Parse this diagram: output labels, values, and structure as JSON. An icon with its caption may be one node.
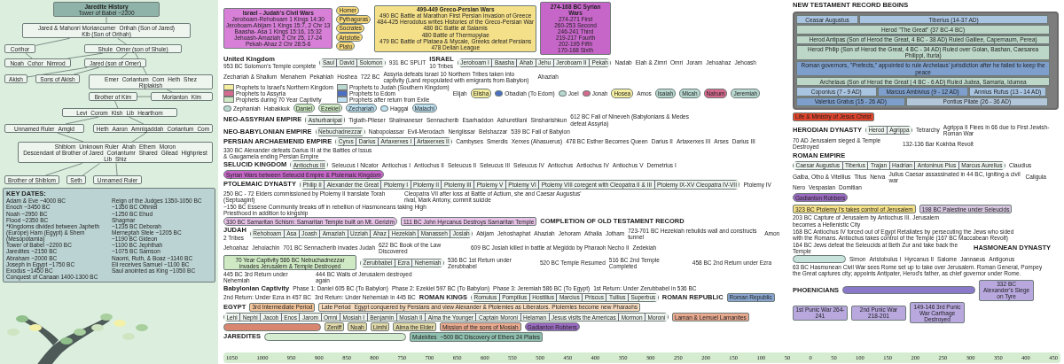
{
  "diagram": {
    "nodes": [
      {
        "text": [
          "Jaredite History",
          "Tower of Babel ~2200"
        ]
      },
      {
        "text": [
          "Jared & Mahonri Moriancumer",
          "Orihah (Son of Jared)",
          "Kib (Son of Orihah)"
        ]
      },
      {
        "text": [
          "Corihor"
        ]
      },
      {
        "text": [
          "Noah",
          "Cohor",
          "Nimrod"
        ]
      },
      {
        "text": [
          "Shule",
          "Omer (son of Shule)"
        ]
      },
      {
        "text": [
          "Jared (son of Omer)"
        ]
      },
      {
        "text": [
          "Akish"
        ]
      },
      {
        "text": [
          "Sons of Akish"
        ]
      },
      {
        "text": [
          "Emer",
          "Coriantum",
          "Com",
          "Heth",
          "Shez",
          "Riplakish"
        ]
      },
      {
        "text": [
          "Morianton",
          "Kim"
        ]
      },
      {
        "text": [
          "Brother of Kim"
        ]
      },
      {
        "text": [
          "Levi",
          "Corom",
          "Kish",
          "Lib",
          "Hearthom"
        ]
      },
      {
        "text": [
          "Unnamed Ruler",
          "Amgid"
        ]
      },
      {
        "text": [
          "Heth",
          "Aaron",
          "Amnigaddah",
          "Coriantum",
          "Com"
        ]
      },
      {
        "text": [
          "Shiblom",
          "Unknown Ruler",
          "Ahah",
          "Ethem",
          "Moron",
          "Descendant of Brother of Jared",
          "Coriantumr",
          "Shared",
          "Gilead",
          "Highpriest",
          "Lib",
          "Shiz"
        ]
      },
      {
        "text": [
          "Brother of Shiblom"
        ]
      },
      {
        "text": [
          "Seth"
        ]
      },
      {
        "text": [
          "Unnamed Ruler"
        ]
      },
      {
        "text": [
          "KEY DATES:",
          "Adam & Eve ~4000 BC",
          "Enoch ~3450 BC",
          "Noah ~2950 BC",
          "Flood ~2350 BC",
          "*Kingdoms divided between Japheth (Europe) Ham (Egypt) & Shem (Mesopotamia)",
          "Tower of Babel ~2200 BC",
          "Jaredites ~2150 BC",
          "Abraham ~2000 BC",
          "Joseph in Egypt ~1750 BC",
          "Exodus ~1450 BC",
          "Conquest of Canaan 1400-1300 BC",
          "Reign of the Judges 1350-1050 BC",
          "~1350 BC Othniel",
          "~1250 BC Ehud",
          "Shagmar",
          "~1235 BC Deborah",
          "Merneptah Stele ~1205 BC",
          "~1190 BC Gideon",
          "~1100 BC Jephthah",
          "~1075 BC Samson",
          "Naomi, Ruth, & Boaz ~1140 BC",
          "Eli receives Samuel ~1100 BC",
          "Saul anointed as King ~1050 BC"
        ]
      },
      {
        "text": [
          "Israel - Judah's Civil Wars",
          "Jeroboam-Rehoboam 1 Kings 14:30",
          "Jeroboam-Abijam 1 Kings 15:7, 2 Chr 13",
          "Baasha- Asa 1 Kings 15:16, 15:32",
          "Jehoash-Amaziah 2 Chr 25, 17-24",
          "Pekah-Ahaz 2 Chr 28:5-6"
        ]
      },
      {
        "text": [],
        "shape": "bar"
      },
      {
        "text": [
          "Saul"
        ],
        "in": 20
      },
      {
        "text": [
          "David"
        ],
        "in": 20
      },
      {
        "text": [
          "Solomon"
        ],
        "in": 20
      },
      {
        "text": [],
        "shape": "bar"
      },
      {
        "text": [
          "Jeroboam I"
        ],
        "in": 24
      },
      {
        "text": [
          "Baasha"
        ],
        "in": 24
      },
      {
        "text": [
          "Ahab"
        ],
        "in": 24
      },
      {
        "text": [
          "Jehu"
        ],
        "in": 24
      },
      {
        "text": [
          "Jeroboam II"
        ],
        "in": 24
      },
      {
        "text": [
          "Pekah"
        ],
        "in": 24
      },
      {
        "text": [],
        "shape": "bar"
      },
      {
        "text": [
          "Ashurbanipal"
        ],
        "in": 31
      },
      {
        "text": [],
        "shape": "bar"
      },
      {
        "text": [
          "Nebuchadnezzar"
        ],
        "in": 33
      },
      {
        "text": [],
        "shape": "bar"
      },
      {
        "text": [
          "Cyrus"
        ],
        "in": 35
      },
      {
        "text": [
          "Darius"
        ],
        "in": 35
      },
      {
        "text": [
          "Artaxerxes I"
        ],
        "in": 35
      },
      {
        "text": [
          "Artaxerxes II"
        ],
        "in": 35
      },
      {
        "text": [],
        "shape": "bar"
      },
      {
        "text": [
          "Philip II"
        ],
        "in": 40
      },
      {
        "text": [
          "Alexander the Great"
        ],
        "in": 40
      },
      {
        "text": [
          "Ptolemy I"
        ],
        "in": 40
      },
      {
        "text": [
          "Ptolemy II"
        ],
        "in": 40
      },
      {
        "text": [
          "Ptolemy III"
        ],
        "in": 40
      },
      {
        "text": [
          "Ptolemy V"
        ],
        "in": 40
      },
      {
        "text": [
          "Ptolemy VI"
        ],
        "in": 40
      },
      {
        "text": [
          "Ptolemy VIII coregent with Cleopatra II & III"
        ],
        "in": 40
      },
      {
        "text": [
          "Ptolemy IX-XV Cleopatra IV-VII"
        ],
        "in": 40
      },
      {
        "text": [],
        "shape": "bar"
      },
      {
        "text": [
          "Antiochus III"
        ],
        "in": 50
      },
      {
        "text": [
          "Syrian Wars between Seleucid Empire & Ptolemaic Kingdom"
        ]
      },
      {
        "text": [
          "274-168 BC Syrian Wars",
          "274-271 First",
          "260-253 Second",
          "246-241 Third",
          "219-217 Fourth",
          "202-195 Fifth",
          "170-168 Sixth"
        ]
      },
      {
        "text": [
          "499-449 Greco-Persian Wars",
          "490 BC Battle at Marathon First Persian Invasion of Greece",
          "484-425 Herodotus writes Histories of the Greco-Persian War",
          "480 BC Battle at Salamis",
          "480 Battle of Thermopylae",
          "479 BC Battle of Plataea & Mycale, Greeks defeat Persians",
          "478 Delian League"
        ]
      },
      {
        "text": [
          "Homer"
        ]
      },
      {
        "text": [
          "Pythagoras"
        ]
      },
      {
        "text": [
          "Socrates"
        ]
      },
      {
        "text": [
          "Aristotle"
        ]
      },
      {
        "text": [
          "Plato"
        ]
      },
      {
        "text": [
          "Elisha"
        ]
      },
      {
        "text": [],
        "shape": "circle",
        "beside": [
          "Obadiah (To Edom)"
        ]
      },
      {
        "text": [],
        "shape": "circle",
        "beside": [
          "Joel"
        ]
      },
      {
        "text": [],
        "shape": "circle",
        "beside": [
          "Jonah"
        ]
      },
      {
        "text": [
          "Hosea"
        ]
      },
      {
        "text": [
          "Isaiah"
        ]
      },
      {
        "text": [
          "Micah"
        ]
      },
      {
        "text": [
          "Nahum"
        ]
      },
      {
        "text": [
          "Jeremiah"
        ]
      },
      {
        "text": [],
        "shape": "circle",
        "beside": [
          "Zephaniah"
        ]
      },
      {
        "text": [
          "Daniel"
        ]
      },
      {
        "text": [
          "Ezekiel"
        ]
      },
      {
        "text": [
          "Zechariah"
        ]
      },
      {
        "text": [],
        "shape": "circle",
        "beside": [
          "Haggai"
        ]
      },
      {
        "text": [
          "Malachi"
        ]
      },
      {
        "text": [
          "330 BC Samaritan Schism: Samaritan Temple built on Mt. Gerizim"
        ]
      },
      {
        "text": [
          "111 BC John Hyrcanus Destroys Samaritan Temple"
        ]
      },
      {
        "text": [
          "Life & Ministry of Jesus Christ"
        ]
      },
      {
        "text": [],
        "shape": "bar"
      },
      {
        "text": [
          "Rehoboam"
        ],
        "in": 78
      },
      {
        "text": [
          "Asa"
        ],
        "in": 78
      },
      {
        "text": [
          "Joash"
        ],
        "in": 78
      },
      {
        "text": [
          "Amaziah"
        ],
        "in": 78
      },
      {
        "text": [
          "Uzziah"
        ],
        "in": 78
      },
      {
        "text": [
          "Ahaz"
        ],
        "in": 78
      },
      {
        "text": [
          "Hezekiah"
        ],
        "in": 78
      },
      {
        "text": [
          "Manasseh"
        ],
        "in": 78
      },
      {
        "text": [
          "Josiah"
        ],
        "in": 78
      },
      {
        "text": [
          "70 Year Captivity 586 BC Nebuchadnezzar invades Jerusalem & Temple Destroyed"
        ]
      },
      {
        "text": [],
        "shape": "bar"
      },
      {
        "text": [
          "Zerubbabel"
        ],
        "in": 89
      },
      {
        "text": [
          "Ezra"
        ],
        "in": 89
      },
      {
        "text": [
          "Nehemiah"
        ],
        "in": 89
      },
      {
        "text": [
          "323 BC Ptolemy I's takes control of Jerusalem"
        ]
      },
      {
        "text": [
          "198 BC Palestine under Seleucids"
        ]
      },
      {
        "text": [],
        "shape": "bar"
      },
      {
        "text": [],
        "shape": "bar"
      },
      {
        "text": [
          "Herod"
        ],
        "in": 96
      },
      {
        "text": [
          "Agrippa"
        ],
        "in": 96
      },
      {
        "text": [],
        "shape": "bar"
      },
      {
        "text": [
          "Romulus"
        ],
        "in": 99
      },
      {
        "text": [
          "Pompilius"
        ],
        "in": 99
      },
      {
        "text": [
          "Hostilius"
        ],
        "in": 99
      },
      {
        "text": [
          "Marcius"
        ],
        "in": 99
      },
      {
        "text": [
          "Priscus"
        ],
        "in": 99
      },
      {
        "text": [
          "Tullius"
        ],
        "in": 99
      },
      {
        "text": [
          "Superbus"
        ],
        "in": 99
      },
      {
        "text": [
          "Roman Republic"
        ]
      },
      {
        "text": [],
        "shape": "bar"
      },
      {
        "text": [
          "Caesar Augustus"
        ],
        "in": 108
      },
      {
        "text": [
          "Tiberius"
        ],
        "in": 108
      },
      {
        "text": [
          "Trajan"
        ],
        "in": 108
      },
      {
        "text": [
          "Hadrian"
        ],
        "in": 108
      },
      {
        "text": [
          "Antoninus Pius"
        ],
        "in": 108
      },
      {
        "text": [
          "Marcus Aurelius"
        ],
        "in": 108
      },
      {
        "text": [],
        "shape": "bar"
      },
      {
        "text": [
          "332 BC Alexander's Siege on Tyre"
        ]
      },
      {
        "text": [
          "1st Punic War 264-241"
        ]
      },
      {
        "text": [
          "2nd Punic War 218-201"
        ]
      },
      {
        "text": [
          "149-146 3rd Punic War Carthage Destroyed"
        ]
      },
      {
        "text": [
          "3rd Intermediate Period"
        ]
      },
      {
        "text": [
          "Late Period",
          "Egypt conquered by Persians and view Alexander & Ptolemies as Liberators. Ptolemies become new Pharaohs"
        ]
      },
      {
        "text": [],
        "shape": "bar"
      },
      {
        "text": [
          "Lehi"
        ],
        "in": 122
      },
      {
        "text": [
          "Nephi"
        ],
        "in": 122
      },
      {
        "text": [
          "Jacob"
        ],
        "in": 122
      },
      {
        "text": [
          "Enos"
        ],
        "in": 122
      },
      {
        "text": [
          "Jarom"
        ],
        "in": 122
      },
      {
        "text": [
          "Omni"
        ],
        "in": 122
      },
      {
        "text": [
          "Mosiah I"
        ],
        "in": 122
      },
      {
        "text": [
          "Benjamin"
        ],
        "in": 122
      },
      {
        "text": [
          "Mosiah II"
        ],
        "in": 122
      },
      {
        "text": [
          "Alma the Younger"
        ],
        "in": 122
      },
      {
        "text": [
          "Captain Moroni"
        ],
        "in": 122
      },
      {
        "text": [
          "Helaman"
        ],
        "in": 122
      },
      {
        "text": [
          "Jesus visits the Americas"
        ],
        "in": 122
      },
      {
        "text": [
          "Mormon"
        ],
        "in": 122
      },
      {
        "text": [
          "Moroni"
        ],
        "in": 122
      },
      {
        "text": [
          "Laman & Lemuel Lamanites"
        ]
      },
      {
        "text": [],
        "shape": "bar"
      },
      {
        "text": [
          "Zeniff"
        ]
      },
      {
        "text": [
          "Noah"
        ]
      },
      {
        "text": [
          "Limhi"
        ]
      },
      {
        "text": [
          "Alma the Elder"
        ]
      },
      {
        "text": [
          "Mission of the sons of Mosiah"
        ]
      },
      {
        "text": [
          "Gadianton Robbers"
        ]
      },
      {
        "text": [
          "Gadianton Robbers"
        ]
      },
      {
        "text": [],
        "shape": "bar"
      },
      {
        "text": [
          "Mulekites",
          "~500 BC Discovery of Ethers 24 Plates"
        ]
      },
      {
        "text": [],
        "shape": "box"
      },
      {
        "text": [
          "Ceasar Augustus"
        ],
        "in": 149
      },
      {
        "text": [
          "Tiberius (14-37 AD)"
        ],
        "in": 149
      },
      {
        "text": [
          "Herod \"The Great\" (37 BC-4 BC)"
        ],
        "in": 149
      },
      {
        "text": [
          "Herod Antipas (Son of Herod the Great, 4 BC - 38 AD) Ruled Galilee, Capernaum, Perea)"
        ],
        "in": 149
      },
      {
        "text": [
          "Herod Philip (Son of Herod the Great, 4 BC - 34 AD) Ruled over Golan, Bashan, Caesarea Philippi, Ituria)"
        ],
        "in": 149
      },
      {
        "text": [
          "Roman governors, \"Prefects,\" appointed to rule Archelaus' jurisdiction after he failed to keep the peace"
        ],
        "in": 149
      },
      {
        "text": [
          "Archelaus (Son of Herod the Great | 4 BC - 6 AD) Ruled Judea, Samaria, Idumea"
        ],
        "in": 149
      },
      {
        "text": [
          "Coponius (7 - 9 AD)"
        ],
        "in": 149
      },
      {
        "text": [
          "Marcus Ambivius (9 - 12 AD)"
        ],
        "in": 149
      },
      {
        "text": [
          "Annius Rufus (13 - 14 AD)"
        ],
        "in": 149
      },
      {
        "text": [
          "Valerius Gratus (15 - 26 AD)"
        ],
        "in": 149
      },
      {
        "text": [
          "Pontius Pilate (26 - 36 AD)"
        ],
        "in": 149
      }
    ],
    "edges": [
      {
        "from": 0,
        "to": 1,
        "arrow": "none"
      },
      {
        "from": 1,
        "to": 2,
        "arrow": "none"
      },
      {
        "from": 2,
        "to": 3,
        "arrow": "none"
      },
      {
        "from": 3,
        "to": 4,
        "arrow": "none"
      },
      {
        "from": 1,
        "to": 4,
        "arrow": "none"
      },
      {
        "from": 4,
        "to": 5,
        "arrow": "none"
      },
      {
        "from": 5,
        "to": 6,
        "arrow": "none"
      },
      {
        "from": 5,
        "to": 7,
        "arrow": "none"
      },
      {
        "from": 4,
        "to": 8,
        "arrow": "none"
      },
      {
        "from": 8,
        "to": 9,
        "arrow": "none"
      },
      {
        "from": 9,
        "to": 10,
        "arrow": "none"
      },
      {
        "from": 10,
        "to": 11,
        "arrow": "none"
      },
      {
        "from": 11,
        "to": 12,
        "arrow": "none"
      },
      {
        "from": 11,
        "to": 13,
        "arrow": "none"
      },
      {
        "from": 12,
        "to": 14,
        "arrow": "none"
      },
      {
        "from": 13,
        "to": 14,
        "arrow": "none"
      },
      {
        "from": 14,
        "to": 15,
        "arrow": "none"
      },
      {
        "from": 14,
        "to": 16,
        "arrow": "none"
      },
      {
        "from": 14,
        "to": 17,
        "arrow": "none"
      }
    ],
    "labels": [
      "ISRAEL",
      "10 Tribes",
      "Nadab",
      "Elah & Zimri",
      "Omri",
      "Joram",
      "Jehoahaz",
      "Jehoash",
      "Zechariah & Shallum",
      "Menahem",
      "Pekahiah",
      "Hoshea",
      "722 BC",
      "Assyria defeats Israel 10 Northern Tribes taken into captivity (Land repopulated with emigrants from Babylon)",
      "Ahaziah",
      "United Kingdom",
      "953 BC Solomon's Temple complete",
      "931 BC SPLIT",
      "NEO-ASSYRIAN EMPIRE",
      "Tiglath-Pileser",
      "Shalmaneser",
      "Sennacherib",
      "Esarhaddon",
      "Ashuretilani",
      "Sinsharishkun",
      "612 BC Fall of Nineveh (Babylonians & Medes defeat Assyria)",
      "NEO-BABYLONIAN EMPIRE",
      "Nabopolassar",
      "Evil-Merodach",
      "Neriglissar",
      "Belshazzar",
      "539 BC Fall of Babylon",
      "PERSIAN ARCHAEMENID EMPIRE",
      "Cambyses",
      "Smerdis",
      "Xerxes (Ahasuerus)",
      "478 BC Esther Becomes Queen",
      "Darius II",
      "Artaxerxes III",
      "Arses",
      "Darius III",
      "Elijah",
      "Amos",
      "Habakkuk",
      "330 BC Alexander defeats Darius III at the Battles of Issus & Gaugamela ending Persian Empire",
      "SELUCID KINGDOM",
      "Seleucus I Nicator",
      "Antiochus I",
      "Antiochus II",
      "Seleucus II",
      "Seleucus III",
      "Seleucus IV",
      "Antiochus",
      "Antiochus IV",
      "Antiochus V",
      "Demetrius I",
      "PTOLEMAIC DYNASTY",
      "Ptolemy IV",
      "250 BC - 72 Elders commissioned by Ptolemy II translate Torah (Septuagint)",
      "Cleopatra VII after loss at Battle of Actium, she and Caesar Augustus' rival, Mark Antony, commit suicide",
      "~150 BC Essene Community breaks off in rebellion of Hasmoneans taking High Priesthood in addition to kingship",
      "JUDAH",
      "2 Tribes",
      "Abijam",
      "Jehoshaphat",
      "Ahaziah",
      "Jehoram",
      "Athalia",
      "Jotham",
      "723-701 BC Hezekiah rebuilds wall and constructs tunnel",
      "Amon",
      "Jehoahaz",
      "Jehoiachin",
      "701 BC Sennacherib invades Judah",
      "622 BC Book of the Law Discovered",
      "609 BC Josiah killed in battle at Megiddo by Pharaoh Necho II",
      "Zedekiah",
      "536 BC 1st Return under Zerubbabel",
      "520 BC Temple Resumed",
      "516 BC 2nd Temple Completed",
      "458 BC 2nd Return under Ezra",
      "445 BC 3rd Return under Nehemiah",
      "444 BC Walls of Jerusalem destroyed again",
      "COMPLETION OF OLD TESTAMENT RECORD",
      "NEW TESTAMENT RECORD BEGINS",
      "203 BC Capture of Jerusalem by Antiochus III. Jerusalem becomes a Hellenistic City",
      "168 BC Antiochus IV forced out of Egypt Retaliates by persecuting the Jews who sided with the Romans. Antiochus takes control of the Temple (167 BC Maccabean Revolt)",
      "164 BC Jews defeat the Seleucids at Beth Zur and take back the Temple",
      "HASMONEAN DYNASTY",
      "HERODIAN DYNASTY",
      "Simon",
      "Aristobulus I",
      "Hyrcanus II",
      "Salome",
      "Jannaeus",
      "Antigonus",
      "Tetrarchy",
      "Agrippa II Flees in 66 due to First Jewish-Roman War",
      "70 AD Jerusalem sieged & Temple Destroyed",
      "132-136 Bar Kokhba Revolt",
      "63 BC Hasmonean Civil War sees Rome set up to take over Jerusalem. Roman General, Pompey the Great captures city; appoints Antipater, Herod's father, as chief governor under Rome.",
      "Babylonian Captivity",
      "Phase 1: Daniel 605 BC (To Babylon)",
      "Phase 2: Ezekiel 597 BC (To Babylon)",
      "Phase 3: Jeremiah 586 BC (To Egypt)",
      "1st Return: Under Zerubbabel in 536 BC",
      "2nd Return: Under Ezra in 457 BC",
      "3rd Return: Under Nehemiah in 445 BC",
      "ROMAN KINGS",
      "ROMAN REPUBLIC",
      "ROMAN EMPIRE",
      "Claudius",
      "Galba, Otho & Vitellius",
      "Titus",
      "Nerva",
      "Julius Caesar assassinated in 44 BC, igniting a civil war",
      "Caligula",
      "Nero",
      "Vespasian",
      "Domitian",
      "PHOENICIANS",
      "EGYPT",
      "JAREDITES",
      "1050",
      "1000",
      "950",
      "900",
      "850",
      "800",
      "750",
      "700",
      "650",
      "600",
      "550",
      "500",
      "450",
      "400",
      "350",
      "300",
      "250",
      "200",
      "150",
      "100",
      "50",
      "0",
      "50",
      "100",
      "150",
      "200",
      "250",
      "300",
      "350",
      "400",
      "450"
    ],
    "legend": [
      {
        "text": "Prophets to Israel's Northern Kingdom",
        "color": "#f5eda0"
      },
      {
        "text": "Prophets to Judah (Southern Kingdom)",
        "color": "#b9d8cf"
      },
      {
        "text": "Prophets to Assyria",
        "color": "#d6698e"
      },
      {
        "text": "Prophets to Edom",
        "color": "#4b6fc2"
      },
      {
        "text": "Prophets during 70 Year Captivity",
        "color": "#cfe9c4"
      },
      {
        "text": "Prophets after return from Exile",
        "color": "#bfe0f0"
      }
    ]
  }
}
